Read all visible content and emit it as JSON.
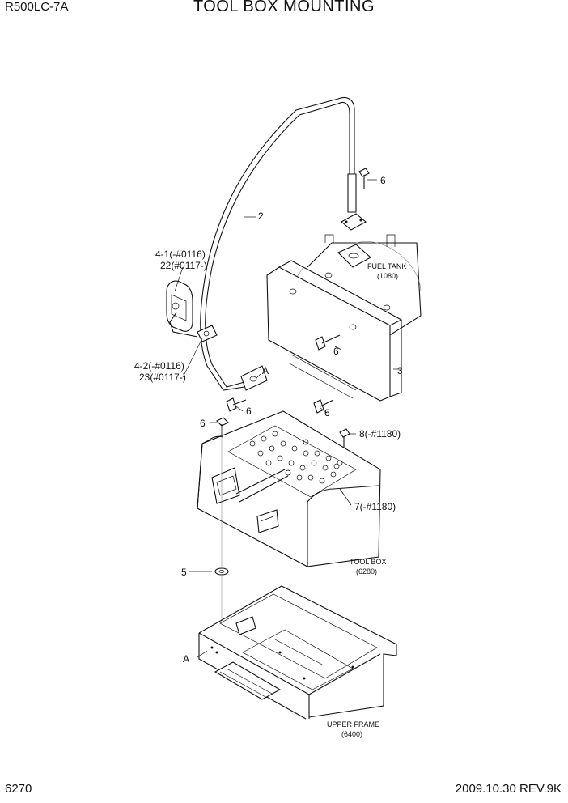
{
  "header": {
    "model": "R500LC-7A",
    "title": "TOOL BOX MOUNTING"
  },
  "footer": {
    "page": "6270",
    "date_rev": "2009.10.30  REV.9K"
  },
  "callouts": {
    "p2": "2",
    "p3": "3",
    "p41a": "4-1(-#0116)",
    "p41b": "22(#0117-)",
    "p42a": "4-2(-#0116)",
    "p42b": "23(#0117-)",
    "p5": "5",
    "p6a": "6",
    "p6b": "6",
    "p6c": "6",
    "p6d": "6",
    "p6e": "6",
    "p7": "7(-#1180)",
    "p8": "8(-#1180)",
    "refA1": "A",
    "refA2": "A"
  },
  "references": {
    "fuel_tank": "FUEL TANK",
    "fuel_tank_page": "(1080)",
    "tool_box": "TOOL BOX",
    "tool_box_page": "(6280)",
    "upper_frame": "UPPER FRAME",
    "upper_frame_page": "(6400)"
  }
}
